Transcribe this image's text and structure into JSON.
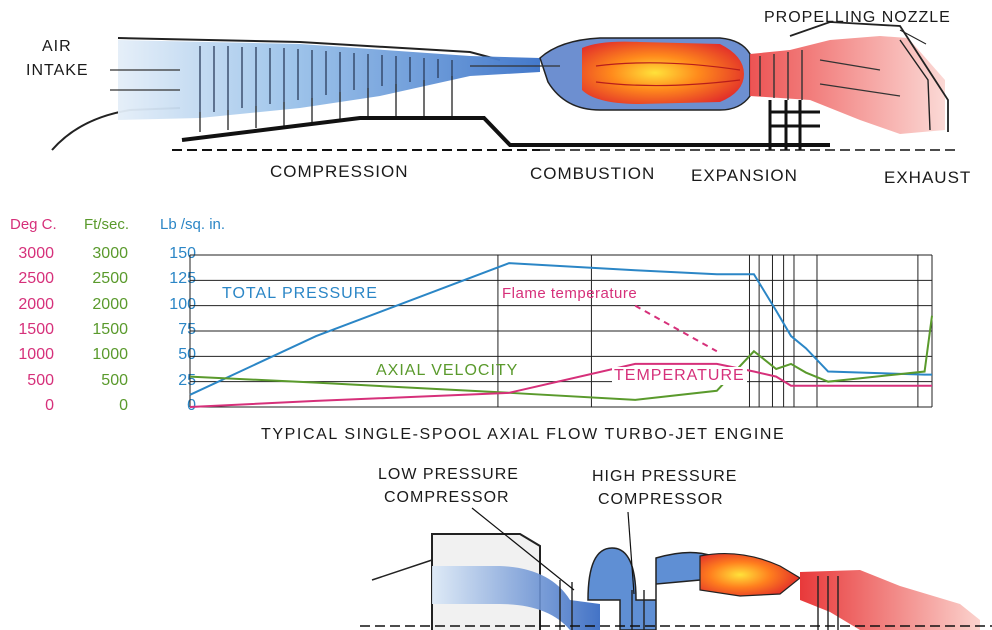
{
  "engine_top": {
    "labels": {
      "air_intake_1": "AIR",
      "air_intake_2": "INTAKE",
      "propelling_nozzle": "PROPELLING NOZZLE",
      "compression": "COMPRESSION",
      "combustion": "COMBUSTION",
      "expansion": "EXPANSION",
      "exhaust": "EXHAUST"
    }
  },
  "chart_data": {
    "type": "line",
    "title": "TYPICAL SINGLE-SPOOL AXIAL FLOW TURBO-JET ENGINE",
    "axes": [
      {
        "name": "Deg C.",
        "color": "#d6307a",
        "ticks": [
          "3000",
          "2500",
          "2000",
          "1500",
          "1000",
          "500",
          "0"
        ]
      },
      {
        "name": "Ft/sec.",
        "color": "#5a9a2c",
        "ticks": [
          "3000",
          "2500",
          "2000",
          "1500",
          "1000",
          "500",
          "0"
        ]
      },
      {
        "name": "Lb /sq. in.",
        "color": "#2b86c6",
        "ticks": [
          "150",
          "125",
          "100",
          "75",
          "50",
          "25",
          "0"
        ]
      }
    ],
    "x": [
      0,
      0.17,
      0.43,
      0.6,
      0.71,
      0.76,
      0.79,
      0.81,
      0.83,
      0.86,
      0.99,
      1.0
    ],
    "series": [
      {
        "name": "TOTAL PRESSURE",
        "color": "#2b86c6",
        "axis": "Lb /sq. in.",
        "values": [
          12,
          70,
          142,
          135,
          131,
          131,
          95,
          70,
          58,
          35,
          32,
          32
        ]
      },
      {
        "name": "AXIAL VELOCITY",
        "color": "#5a9a2c",
        "axis": "Ft/sec.",
        "values": [
          600,
          480,
          280,
          140,
          320,
          1100,
          750,
          850,
          680,
          500,
          700,
          1800
        ]
      },
      {
        "name": "TEMPERATURE",
        "color": "#d6307a",
        "axis": "Deg C.",
        "values": [
          0,
          120,
          280,
          850,
          850,
          700,
          600,
          420,
          420,
          420,
          420,
          420
        ]
      },
      {
        "name": "Flame temperature",
        "color": "#d6307a",
        "axis": "Deg C.",
        "dashed": true,
        "values": [
          null,
          null,
          null,
          2000,
          1100,
          null,
          null,
          null,
          null,
          null,
          null,
          null
        ]
      }
    ],
    "ylim": [
      0,
      150
    ],
    "grid": true
  },
  "engine_bottom": {
    "labels": {
      "lp_1": "LOW PRESSURE",
      "lp_2": "COMPRESSOR",
      "hp_1": "HIGH PRESSURE",
      "hp_2": "COMPRESSOR"
    }
  }
}
